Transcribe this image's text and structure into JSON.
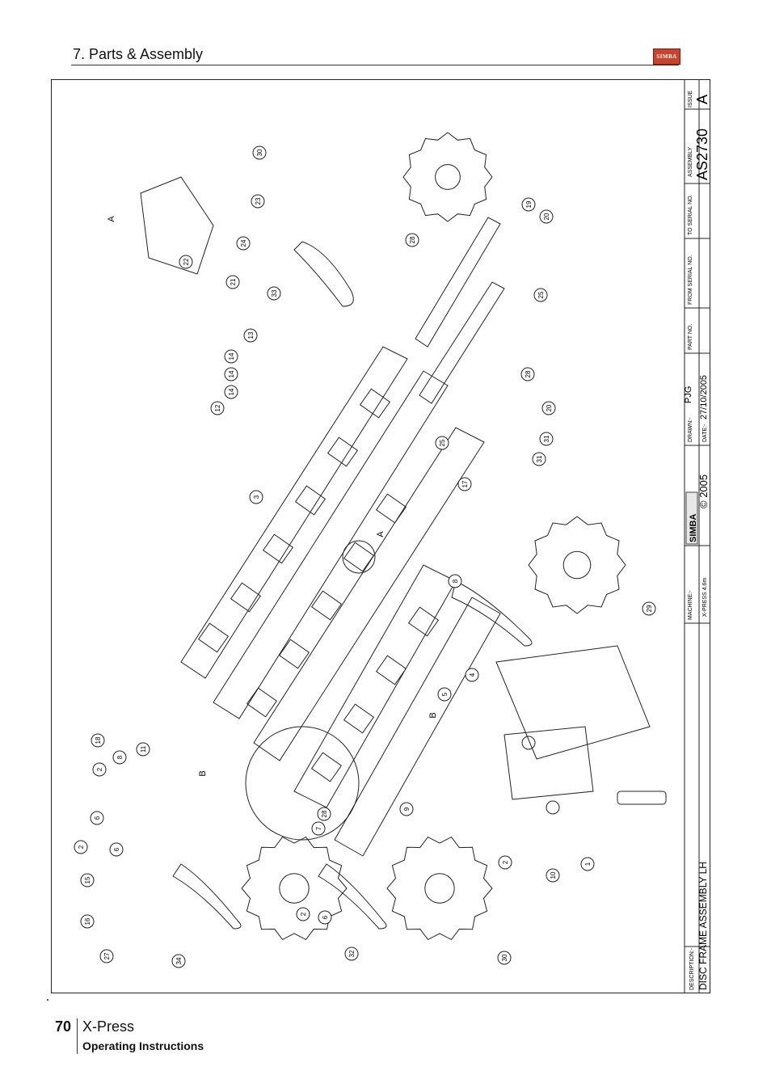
{
  "header": {
    "section_title": "7. Parts & Assembly",
    "logo_text": "SIMBA"
  },
  "title_block": {
    "issue_label": "ISSUE",
    "issue": "A",
    "assembly_label": "ASSEMBLY",
    "assembly_number": "AS2730",
    "to_serial_label": "TO SERIAL NO.",
    "from_serial_label": "FROM SERIAL NO.",
    "part_no_label": "PART NO.",
    "drawn_label": "DRAWN:-",
    "drawn_by": "PJG",
    "date_label": "DATE:-",
    "date": "27/10/2005",
    "brand": "SIMBA",
    "copyright": "© 2005",
    "machine_label": "MACHINE:-",
    "machine": "X-PRESS 4.6m",
    "description_label": "DESCRIPTION:-",
    "description": "DISC FRAME ASSEMBLY LH"
  },
  "callouts": [
    "30",
    "23",
    "24",
    "22",
    "21",
    "33",
    "28",
    "19",
    "20",
    "25",
    "13",
    "14",
    "14",
    "14",
    "12",
    "28",
    "20",
    "25",
    "31",
    "31",
    "17",
    "3",
    "8",
    "29",
    "5",
    "4",
    "18",
    "8",
    "11",
    "2",
    "28",
    "9",
    "6",
    "7",
    "2",
    "15",
    "6",
    "16",
    "2",
    "6",
    "10",
    "2",
    "1",
    "27",
    "34",
    "32",
    "30"
  ],
  "detail_labels": [
    "A",
    "A",
    "B",
    "B"
  ],
  "footer": {
    "page_number": "70",
    "product": "X-Press",
    "subtitle": "Operating Instructions"
  },
  "colors": {
    "logo_red": "#c8442c",
    "line": "#222222"
  }
}
